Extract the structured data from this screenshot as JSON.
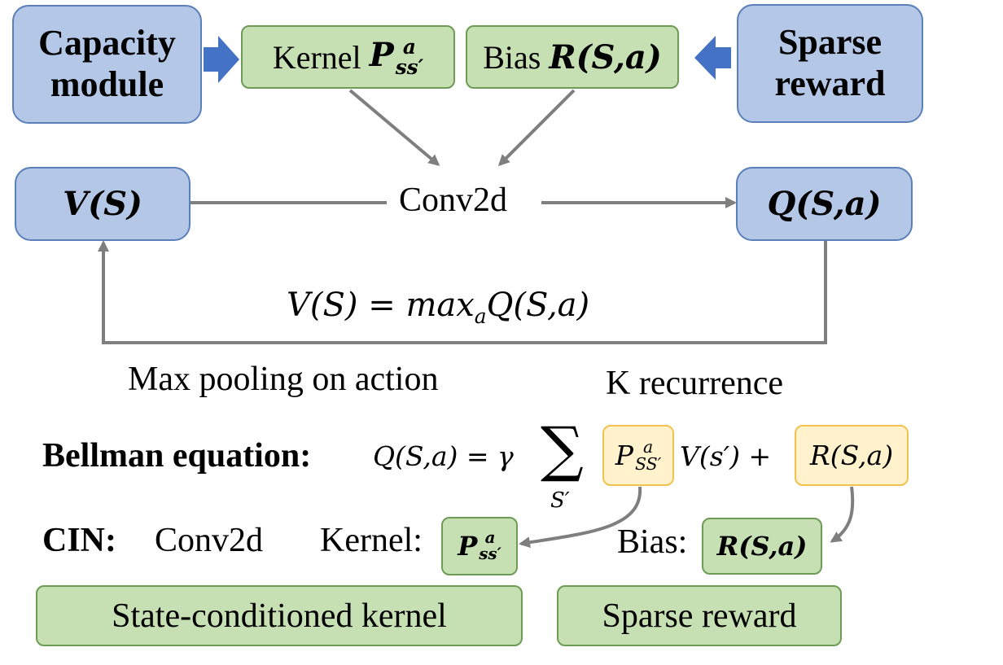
{
  "top": {
    "capacity_module": [
      "Capacity",
      "module"
    ],
    "kernel_label": "Kernel",
    "bias_label": "Bias",
    "sparse_reward": [
      "Sparse",
      "reward"
    ]
  },
  "mid": {
    "v_s": "V(S)",
    "conv2d": "Conv2d",
    "q_sa": "Q(S,a)",
    "max_eq": "V(S) = max",
    "max_eq_sub": "a",
    "max_eq_tail": "Q(S,a)",
    "max_pooling": "Max pooling on action",
    "k_recurrence": "K recurrence"
  },
  "bellman": {
    "label": "Bellman equation:",
    "lhs": "Q(S,a) = γ",
    "sum": "∑",
    "sum_sub": "S′",
    "p": "P",
    "p_sup": "a",
    "p_sub": "SS′",
    "v_term": "V(s′) +",
    "r_term": "R(S,a)"
  },
  "cin": {
    "label": "CIN:",
    "conv2d": "Conv2d",
    "kernel_label": "Kernel:",
    "bias_label": "Bias:",
    "r_term": "R(S,a)",
    "state_kernel": "State-conditioned kernel",
    "sparse_reward": "Sparse reward"
  },
  "math": {
    "p": "P",
    "p_sup": "a",
    "p_sub": "ss′",
    "r": "R(S,a)"
  },
  "colors": {
    "blue_fill": "#b4c7e7",
    "green_fill": "#c6e0b4",
    "yellow_fill": "#fff2cc",
    "arrow_gray": "#7f7f7f",
    "block_arrow_blue": "#4472c4"
  }
}
